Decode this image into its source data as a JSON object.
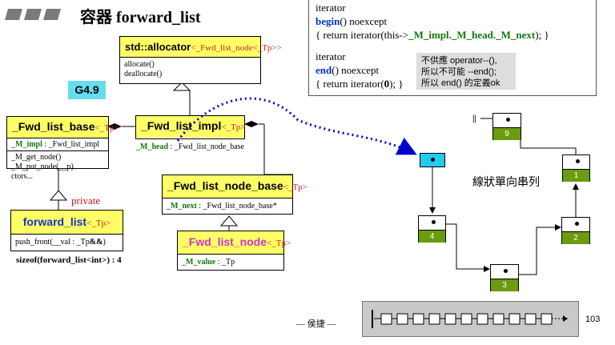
{
  "header": {
    "title": "容器 forward_list"
  },
  "version_badge": "G4.9",
  "classes": {
    "allocator": {
      "name": "std::allocator",
      "tparam_node": "_Fwd_list_node",
      "tparam_tail": "_Tp>>",
      "methods": [
        "allocate()",
        "deallocate()"
      ]
    },
    "list_base": {
      "name": "_Fwd_list_base",
      "tparam": "_Tp",
      "field_name": "_M_impl",
      "field_type": ": _Fwd_list_impl",
      "methods": [
        "_M_get_node()",
        "_M_put_node(__p)",
        "ctors..."
      ]
    },
    "list_impl": {
      "name": "_Fwd_list_impl",
      "tparam": "_Tp",
      "field_name": "_M_head",
      "field_type": ": _Fwd_list_node_base"
    },
    "node_base": {
      "name": "_Fwd_list_node_base",
      "tparam": "_Tp",
      "field_name": "_M_next",
      "field_type": ": _Fwd_list_node_base*"
    },
    "node": {
      "name": "_Fwd_list_node",
      "tparam": "_Tp",
      "field_name": "_M_value",
      "field_type": ": _Tp"
    },
    "forward_list": {
      "name": "forward_list",
      "tparam": "_Tp",
      "method_pre": "push_front(__val : _Tp",
      "method_amp": "&&",
      "method_post": ")"
    }
  },
  "private_label": "private",
  "sizeof_note": "sizeof(forward_list<int>) : 4",
  "code_box": {
    "begin_ret": "iterator",
    "begin_kw": "begin",
    "begin_tail": "() noexcept",
    "begin_body_pre": "{ return iterator(this->",
    "begin_body_em": "_M_impl._M_head._M_next",
    "begin_body_post": "); }",
    "end_ret": "iterator",
    "end_kw": "end",
    "end_tail": "() noexcept",
    "end_body_pre": "{ return iterator(",
    "end_body_em": "0",
    "end_body_post": "); }",
    "note_lines": [
      "不供應 operator--(),",
      "所以不可能 --end();",
      "所以 end() 的定義ok"
    ]
  },
  "list_caption": "線狀單向串列",
  "null_marker": "||",
  "nodes": [
    "9",
    "1",
    "2",
    "3",
    "4"
  ],
  "footer": {
    "author": "— 侯捷 —",
    "page": "103"
  },
  "colors": {
    "class_header": "#ffff66",
    "node_value": "#6b9b0e",
    "head_box": "#22ccee",
    "pointer_dotted": "#0000cc"
  }
}
